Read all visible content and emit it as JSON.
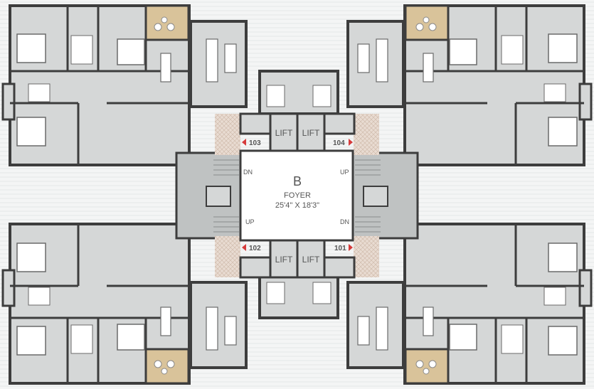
{
  "foyer": {
    "block": "B",
    "name": "FOYER",
    "size": "25'4\" X 18'3\""
  },
  "units": [
    {
      "number": "103"
    },
    {
      "number": "104"
    },
    {
      "number": "102"
    },
    {
      "number": "101"
    }
  ],
  "lifts": [
    "LIFT",
    "LIFT",
    "LIFT",
    "LIFT"
  ],
  "stairs": [
    "DN",
    "UP",
    "UP",
    "DN"
  ],
  "colors": {
    "floor": "#d5d7d7",
    "wall": "#3d3d3d",
    "balcony": "#d9c39a",
    "foyer": "#ffffff",
    "lobby_tiles": "#e2d2c8",
    "unit_marker": "#d63b3b"
  }
}
